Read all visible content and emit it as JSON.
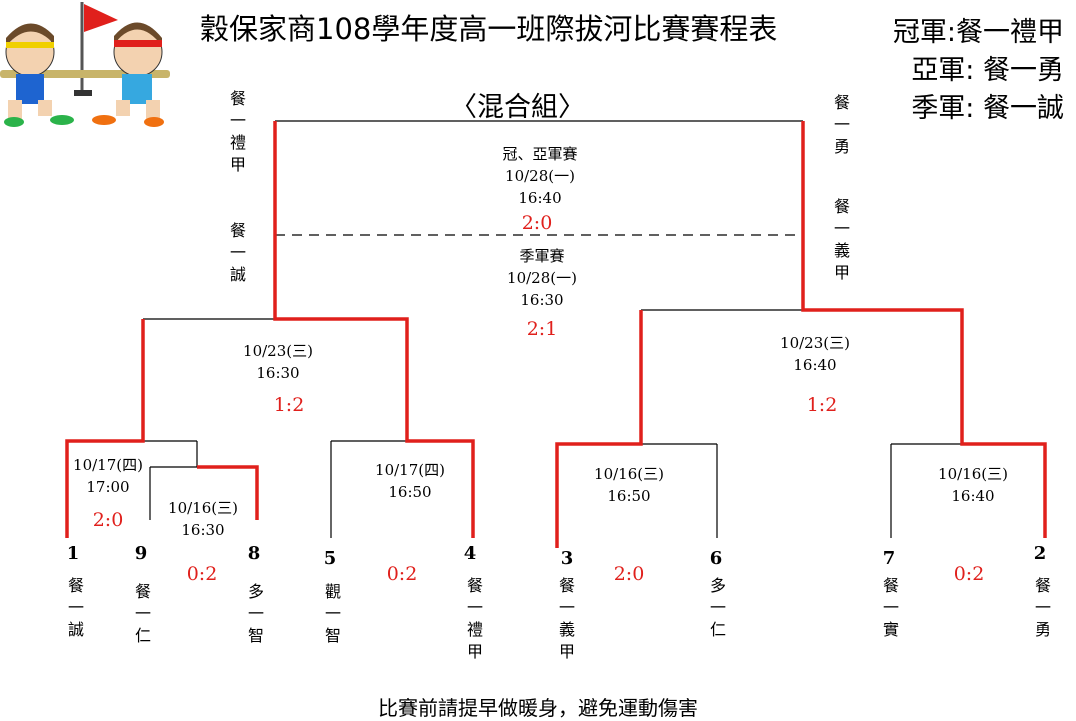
{
  "title": "穀保家商108學年度高一班際拔河比賽賽程表",
  "results": {
    "champion": "冠軍:餐一禮甲",
    "runner_up": "亞軍: 餐一勇",
    "third": "季軍: 餐一誠"
  },
  "group_label": "〈混合組〉",
  "top_names": {
    "left_top": "餐一禮甲",
    "left_bottom": "餐一誠",
    "right_top": "餐一勇",
    "right_bottom": "餐一義甲"
  },
  "final": {
    "name": "冠、亞軍賽",
    "date": "10/28(一)",
    "time": "16:40",
    "score": "2:0"
  },
  "third_place": {
    "name": "季軍賽",
    "date": "10/28(一)",
    "time": "16:30",
    "score": "2:1"
  },
  "semis": [
    {
      "date": "10/23(三)",
      "time": "16:30",
      "score": "1:2"
    },
    {
      "date": "10/23(三)",
      "time": "16:40",
      "score": "1:2"
    }
  ],
  "first_round": [
    {
      "date": "10/17(四)",
      "time": "17:00",
      "score": "2:0"
    },
    {
      "date": "10/16(三)",
      "time": "16:30",
      "score": "0:2"
    },
    {
      "date": "10/17(四)",
      "time": "16:50",
      "score": "0:2"
    },
    {
      "date": "10/16(三)",
      "time": "16:50",
      "score": "2:0"
    },
    {
      "date": "10/16(三)",
      "time": "16:40",
      "score": "0:2"
    }
  ],
  "teams": [
    {
      "seed": "1",
      "name": "餐一誠"
    },
    {
      "seed": "9",
      "name": "餐一仁"
    },
    {
      "seed": "8",
      "name": "多一智"
    },
    {
      "seed": "5",
      "name": "觀一智"
    },
    {
      "seed": "4",
      "name": "餐一禮甲"
    },
    {
      "seed": "3",
      "name": "餐一義甲"
    },
    {
      "seed": "6",
      "name": "多一仁"
    },
    {
      "seed": "7",
      "name": "餐一實"
    },
    {
      "seed": "2",
      "name": "餐一勇"
    }
  ],
  "notice": "比賽前請提早做暖身，避免運動傷害",
  "colors": {
    "winner_line": "#e0201c",
    "line": "#000000",
    "score": "#e0201c"
  }
}
